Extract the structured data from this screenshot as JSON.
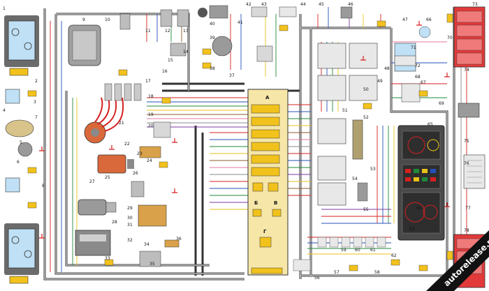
{
  "diagram": {
    "watermark": "autorelease.ru",
    "block_letters": {
      "a": "А",
      "b": "Б",
      "v": "В",
      "g": "Г"
    },
    "component_numbers": [
      "1",
      "2",
      "3",
      "4",
      "5",
      "6",
      "7",
      "8",
      "9",
      "10",
      "11",
      "12",
      "13",
      "14",
      "15",
      "16",
      "17",
      "18",
      "19",
      "20",
      "21",
      "22",
      "23",
      "24",
      "25",
      "26",
      "27",
      "28",
      "29",
      "30",
      "31",
      "32",
      "33",
      "34",
      "35",
      "36",
      "37",
      "38",
      "39",
      "40",
      "41",
      "42",
      "43",
      "44",
      "45",
      "46",
      "47",
      "48",
      "49",
      "50",
      "51",
      "52",
      "53",
      "54",
      "55",
      "56",
      "57",
      "58",
      "59",
      "60",
      "61",
      "62",
      "63",
      "64",
      "65",
      "66",
      "67",
      "68",
      "69",
      "70",
      "71",
      "72",
      "73",
      "74",
      "75",
      "76",
      "77",
      "78"
    ]
  },
  "colors": {
    "wire_red": "#d62020",
    "wire_blue": "#2450b8",
    "wire_green": "#1f8a3a",
    "wire_yellow": "#e8c21a",
    "wire_brown": "#8a5a2b",
    "wire_grey": "#8a8a8a",
    "wire_pink": "#e07aa0",
    "wire_violet": "#7a3aa0",
    "harness": "#333333",
    "connector": "#f2c21c",
    "lamp_blue": "#bfe0f5",
    "lamp_red": "#e23a3a",
    "watermark_bg": "#111111"
  }
}
